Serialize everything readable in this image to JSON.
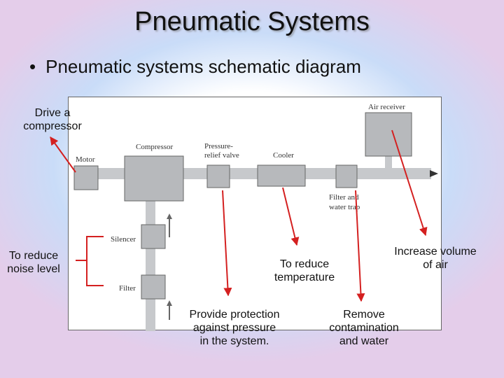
{
  "slide": {
    "title": "Pneumatic Systems",
    "bullet": "Pneumatic systems schematic diagram"
  },
  "diagram": {
    "components": {
      "air_receiver": "Air receiver",
      "compressor": "Compressor",
      "pressure_relief_valve_line1": "Pressure-",
      "pressure_relief_valve_line2": "relief valve",
      "cooler": "Cooler",
      "motor": "Motor",
      "filter_trap_line1": "Filter and",
      "filter_trap_line2": "water trap",
      "silencer": "Silencer",
      "filter": "Filter"
    }
  },
  "annotations": {
    "motor": [
      "Drive a",
      "compressor"
    ],
    "silencer_filter": [
      "To reduce",
      "noise level"
    ],
    "cooler": [
      "To reduce",
      "temperature"
    ],
    "relief_valve": [
      "Provide protection",
      "against pressure",
      "in the system."
    ],
    "filter_trap": [
      "Remove",
      "contamination",
      "and water"
    ],
    "air_receiver": [
      "Increase volume",
      "of air"
    ]
  },
  "colors": {
    "arrow": "#d42020",
    "component_fill": "#b7b9bc",
    "pipe": "#c7c9cc"
  }
}
